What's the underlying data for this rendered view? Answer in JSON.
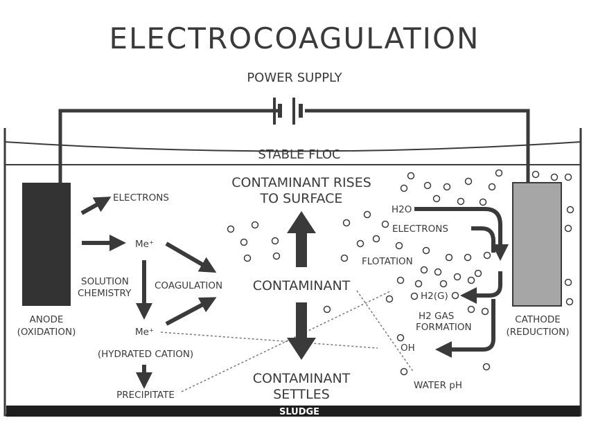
{
  "title": "ELECTROCOAGULATION",
  "power_supply": "POWER SUPPLY",
  "stable_floc": "STABLE FLOC",
  "anode": {
    "line1": "ANODE",
    "line2": "(OXIDATION)"
  },
  "cathode": {
    "line1": "CATHODE",
    "line2": "(REDUCTION)"
  },
  "left": {
    "electrons": "ELECTRONS",
    "me_plus_1": "Me⁺",
    "solution_chemistry_1": "SOLUTION",
    "solution_chemistry_2": "CHEMISTRY",
    "coagulation": "COAGULATION",
    "me_plus_2": "Me⁺",
    "hydrated_cation": "(HYDRATED CATION)",
    "precipitate": "PRECIPITATE"
  },
  "center": {
    "rises_1": "CONTAMINANT RISES",
    "rises_2": "TO SURFACE",
    "contaminant": "CONTAMINANT",
    "settles_1": "CONTAMINANT",
    "settles_2": "SETTLES"
  },
  "right": {
    "h2o": "H2O",
    "electrons": "ELECTRONS",
    "flotation": "FLOTATION",
    "h2g": "H2(G)",
    "h2_gas_1": "H2 GAS",
    "h2_gas_2": "FORMATION",
    "oh": "OH",
    "water_ph": "WATER pH"
  },
  "sludge": "SLUDGE",
  "colors": {
    "ink": "#3a3a3a",
    "anode": "#333333",
    "cathode": "#a6a6a6",
    "sludge": "#1e1e1e",
    "background": "#ffffff"
  }
}
